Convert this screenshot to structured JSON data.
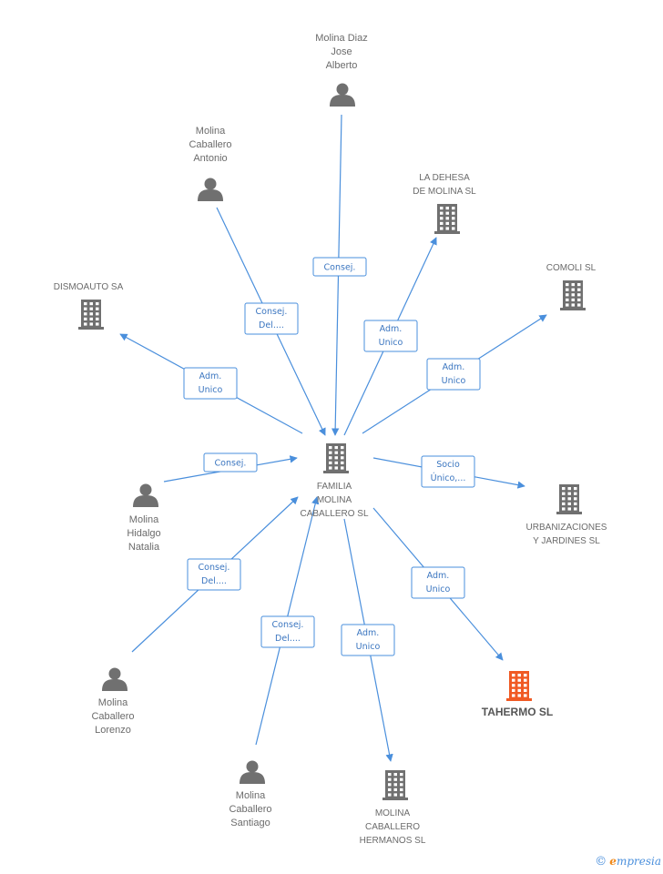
{
  "colors": {
    "edge": "#4a8fdc",
    "node": "#707070",
    "highlight": "#f05a24"
  },
  "nodes": [
    {
      "id": "familia",
      "type": "company",
      "label": [
        "FAMILIA",
        "MOLINA",
        "CABALLERO SL"
      ]
    },
    {
      "id": "molina_diaz",
      "type": "person",
      "label": [
        "Molina Diaz",
        "Jose",
        "Alberto"
      ]
    },
    {
      "id": "molina_antonio",
      "type": "person",
      "label": [
        "Molina",
        "Caballero",
        "Antonio"
      ]
    },
    {
      "id": "la_dehesa",
      "type": "company",
      "label": [
        "LA DEHESA",
        "DE MOLINA SL"
      ]
    },
    {
      "id": "comoli",
      "type": "company",
      "label": [
        "COMOLI SL"
      ]
    },
    {
      "id": "dismoauto",
      "type": "company",
      "label": [
        "DISMOAUTO SA"
      ]
    },
    {
      "id": "molina_natalia",
      "type": "person",
      "label": [
        "Molina",
        "Hidalgo",
        "Natalia"
      ]
    },
    {
      "id": "urbanizaciones",
      "type": "company",
      "label": [
        "URBANIZACIONES",
        "Y JARDINES SL"
      ]
    },
    {
      "id": "molina_lorenzo",
      "type": "person",
      "label": [
        "Molina",
        "Caballero",
        "Lorenzo"
      ]
    },
    {
      "id": "tahermo",
      "type": "company",
      "highlight": true,
      "label": [
        "TAHERMO SL"
      ]
    },
    {
      "id": "molina_santiago",
      "type": "person",
      "label": [
        "Molina",
        "Caballero",
        "Santiago"
      ]
    },
    {
      "id": "molina_hermanos",
      "type": "company",
      "label": [
        "MOLINA",
        "CABALLERO",
        "HERMANOS SL"
      ]
    }
  ],
  "edges": [
    {
      "from": "molina_diaz",
      "to": "familia",
      "label": [
        "Consej."
      ]
    },
    {
      "from": "molina_antonio",
      "to": "familia",
      "label": [
        "Consej.",
        "Del...."
      ]
    },
    {
      "from": "familia",
      "to": "la_dehesa",
      "label": [
        "Adm.",
        "Unico"
      ]
    },
    {
      "from": "familia",
      "to": "comoli",
      "label": [
        "Adm.",
        "Unico"
      ]
    },
    {
      "from": "familia",
      "to": "dismoauto",
      "label": [
        "Adm.",
        "Unico"
      ]
    },
    {
      "from": "molina_natalia",
      "to": "familia",
      "label": [
        "Consej."
      ]
    },
    {
      "from": "familia",
      "to": "urbanizaciones",
      "label": [
        "Socio",
        "Único,..."
      ]
    },
    {
      "from": "molina_lorenzo",
      "to": "familia",
      "label": [
        "Consej.",
        "Del...."
      ]
    },
    {
      "from": "familia",
      "to": "tahermo",
      "label": [
        "Adm.",
        "Unico"
      ]
    },
    {
      "from": "molina_santiago",
      "to": "familia",
      "label": [
        "Consej.",
        "Del...."
      ]
    },
    {
      "from": "familia",
      "to": "molina_hermanos",
      "label": [
        "Adm.",
        "Unico"
      ]
    }
  ],
  "footer": {
    "copyright_symbol": "©",
    "brand_initial": "e",
    "brand_rest": "mpresia"
  }
}
